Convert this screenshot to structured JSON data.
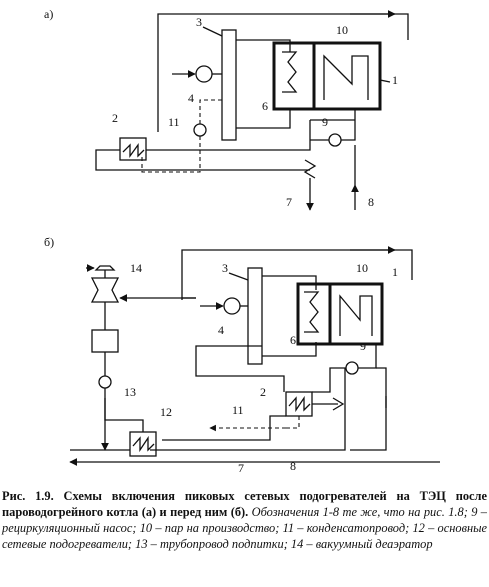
{
  "diagram_a": {
    "panel_label": "а)",
    "labels": {
      "n1": "1",
      "n2": "2",
      "n3": "3",
      "n4": "4",
      "n6": "6",
      "n7": "7",
      "n8": "8",
      "n9": "9",
      "n10": "10",
      "n11": "11"
    }
  },
  "diagram_b": {
    "panel_label": "б)",
    "labels": {
      "n1": "1",
      "n2": "2",
      "n3": "3",
      "n4": "4",
      "n6": "6",
      "n7": "7",
      "n8": "8",
      "n9": "9",
      "n10": "10",
      "n11": "11",
      "n12": "12",
      "n13": "13",
      "n14": "14"
    }
  },
  "caption": {
    "title": "Рис. 1.9. Схемы включения пиковых сетевых подогревателей на ТЭЦ после пароводогрейного котла (а) и перед ним (б).",
    "legend": "Обозначения 1-8 те же, что на рис. 1.8; 9 – рециркуляционный насос; 10 – пар на производство; 11 – конденсатопровод; 12 – основные сетевые подогреватели; 13 – трубопровод подпитки; 14 – вакуумный деаэратор"
  }
}
